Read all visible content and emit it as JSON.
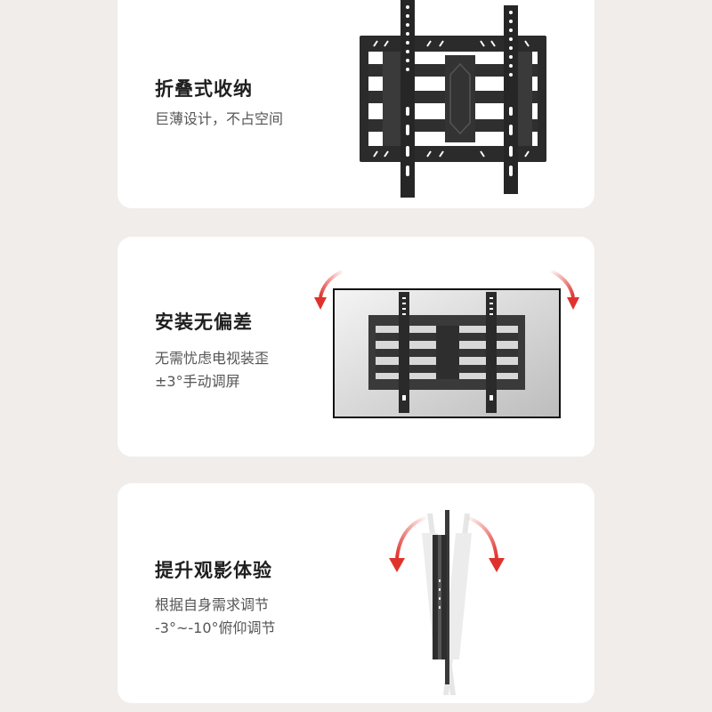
{
  "features": [
    {
      "title": "折叠式收纳",
      "lines": [
        "巨薄设计，不占空间"
      ],
      "image": "tv-wall-mount-bracket-folded"
    },
    {
      "title": "安装无偏差",
      "lines": [
        "无需忧虑电视装歪",
        "±3°手动调屏"
      ],
      "image": "tv-with-mount-swivel-arrows"
    },
    {
      "title": "提升观影体验",
      "lines": [
        "根据自身需求调节",
        "-3°~-10°俯仰调节"
      ],
      "image": "tv-side-view-tilt-arrows"
    }
  ],
  "colors": {
    "background": "#f1edea",
    "card": "#ffffff",
    "title": "#1f1f1f",
    "subtitle": "#555555",
    "arrow": "#e0322d",
    "bracket": "#2b2b2b"
  }
}
